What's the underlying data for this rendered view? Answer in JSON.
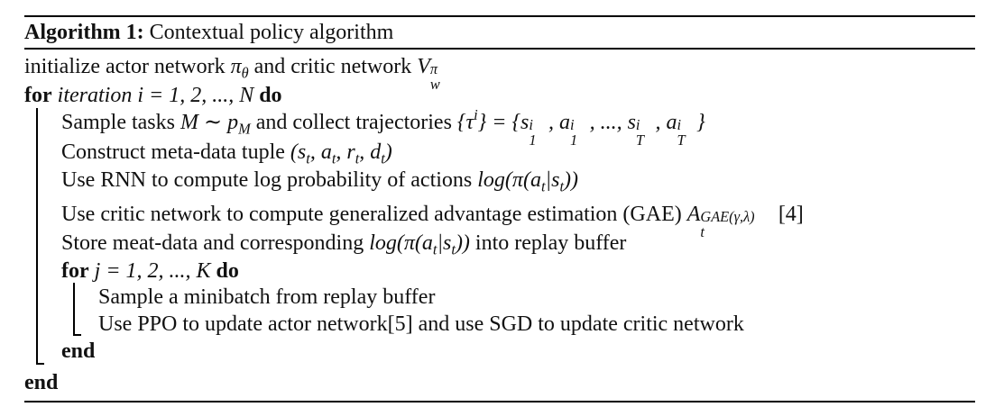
{
  "algorithm": {
    "label": "Algorithm 1:",
    "title": "Contextual policy algorithm"
  },
  "lines": {
    "init_text": "initialize actor network",
    "init_pi": "π",
    "init_theta": "θ",
    "init_and": "and critic network",
    "init_V": "V",
    "init_V_sup": "π",
    "init_V_sub": "w",
    "for_kw": "for",
    "for_iteration": "iteration",
    "for_i_expr": "i = 1, 2, ..., N",
    "do_kw": "do",
    "sample_text": "Sample tasks",
    "sample_math": "M ∼ p",
    "sample_math_sub": "M",
    "sample_collect": "and collect trajectories",
    "sample_traj_expr": "{τ",
    "sample_traj_sup": "i",
    "sample_traj_eq": "} = {",
    "sample_traj_terms": "s_1^i, a_1^i, ..., s_T^i, a_T^i",
    "construct_text": "Construct meta-data tuple",
    "construct_math": "(s_t, a_t, r_t, d_t)",
    "rnn_text": "Use RNN to compute log probability of actions",
    "rnn_math": "log(π(a_t|s_t))",
    "critic_text": "Use critic network to compute generalized advantage estimation (GAE)",
    "critic_A": "A",
    "critic_sub": "t",
    "critic_sup": "GAE(γ,λ)",
    "critic_ref": "[4]",
    "store_text": "Store meat-data and corresponding",
    "store_math": "log(π(a_t|s_t))",
    "store_tail": "into replay buffer",
    "inner_for_kw": "for",
    "inner_for_expr": "j = 1, 2, ..., K",
    "inner_do_kw": "do",
    "minibatch_text": "Sample a minibatch from replay buffer",
    "ppo_text": "Use PPO to update actor network[5] and use SGD to update critic network",
    "inner_end_kw": "end",
    "outer_end_kw": "end"
  }
}
